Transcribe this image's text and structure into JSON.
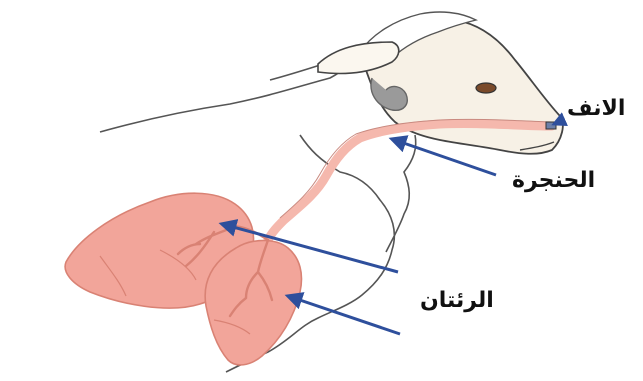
{
  "labels": {
    "nose": "الانف",
    "larynx": "الحنجرة",
    "lungs": "الرئتان"
  },
  "colors": {
    "lung": "#f2a59a",
    "lung_stroke": "#d98274",
    "airway": "#f5b8ad",
    "arrow": "#2e4f9c",
    "outline": "#444444"
  }
}
